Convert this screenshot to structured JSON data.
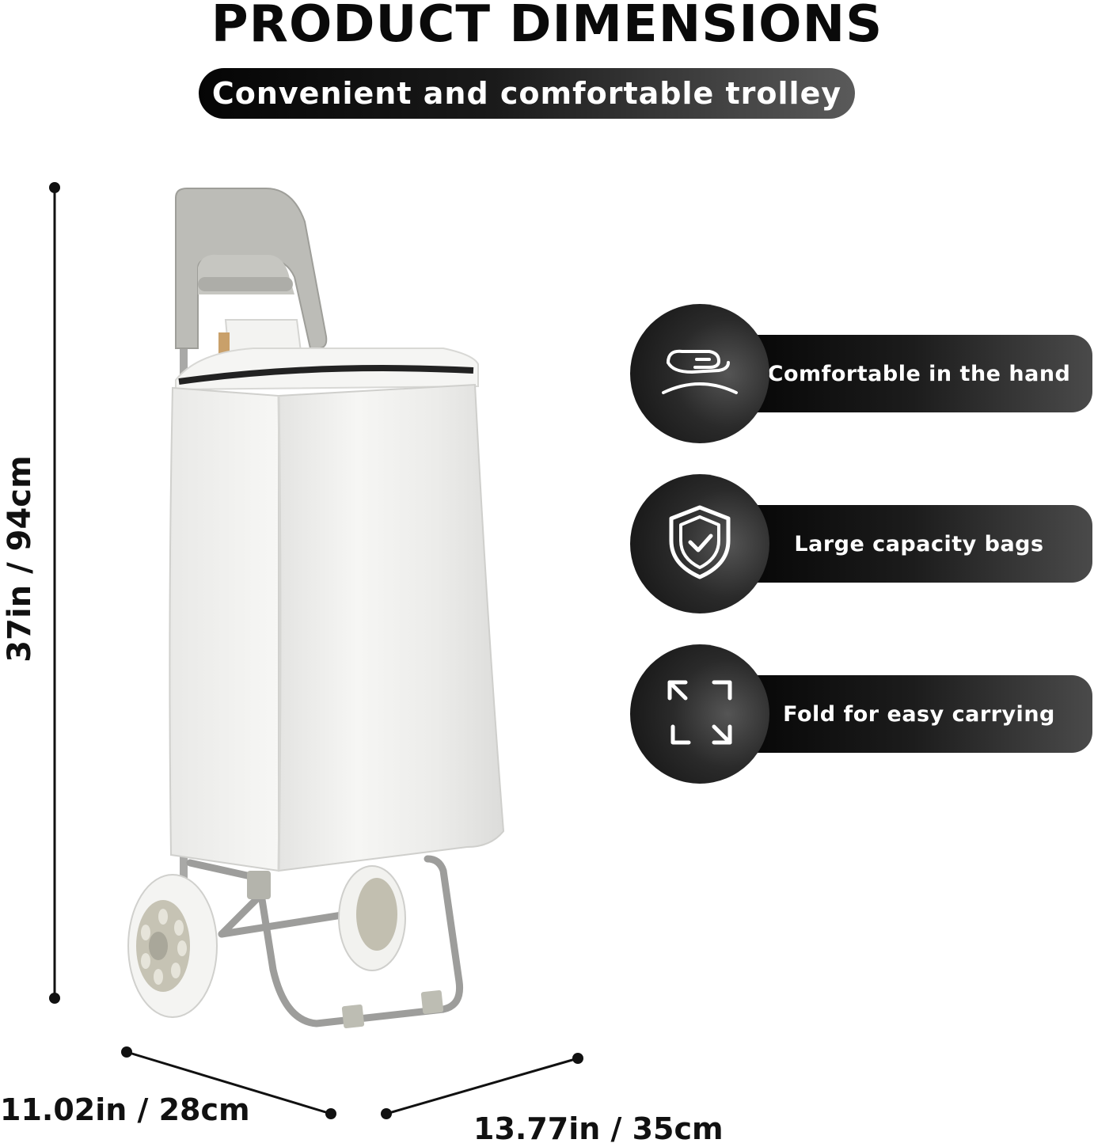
{
  "header": {
    "title": "PRODUCT DIMENSIONS",
    "subtitle": "Convenient and comfortable trolley"
  },
  "features": [
    {
      "label": "Comfortable in the hand",
      "icon": "hand-comfort-icon"
    },
    {
      "label": "Large capacity bags",
      "icon": "shield-check-icon"
    },
    {
      "label": "Fold for easy carrying",
      "icon": "fold-arrows-icon"
    }
  ],
  "dimensions": {
    "height": "37in / 94cm",
    "depth": "11.02in / 28cm",
    "width": "13.77in / 35cm"
  },
  "colors": {
    "accent_dark": "#111111",
    "bag": "#eeeeec",
    "frame": "#a8a8a6",
    "handle": "#b9b9b4"
  }
}
